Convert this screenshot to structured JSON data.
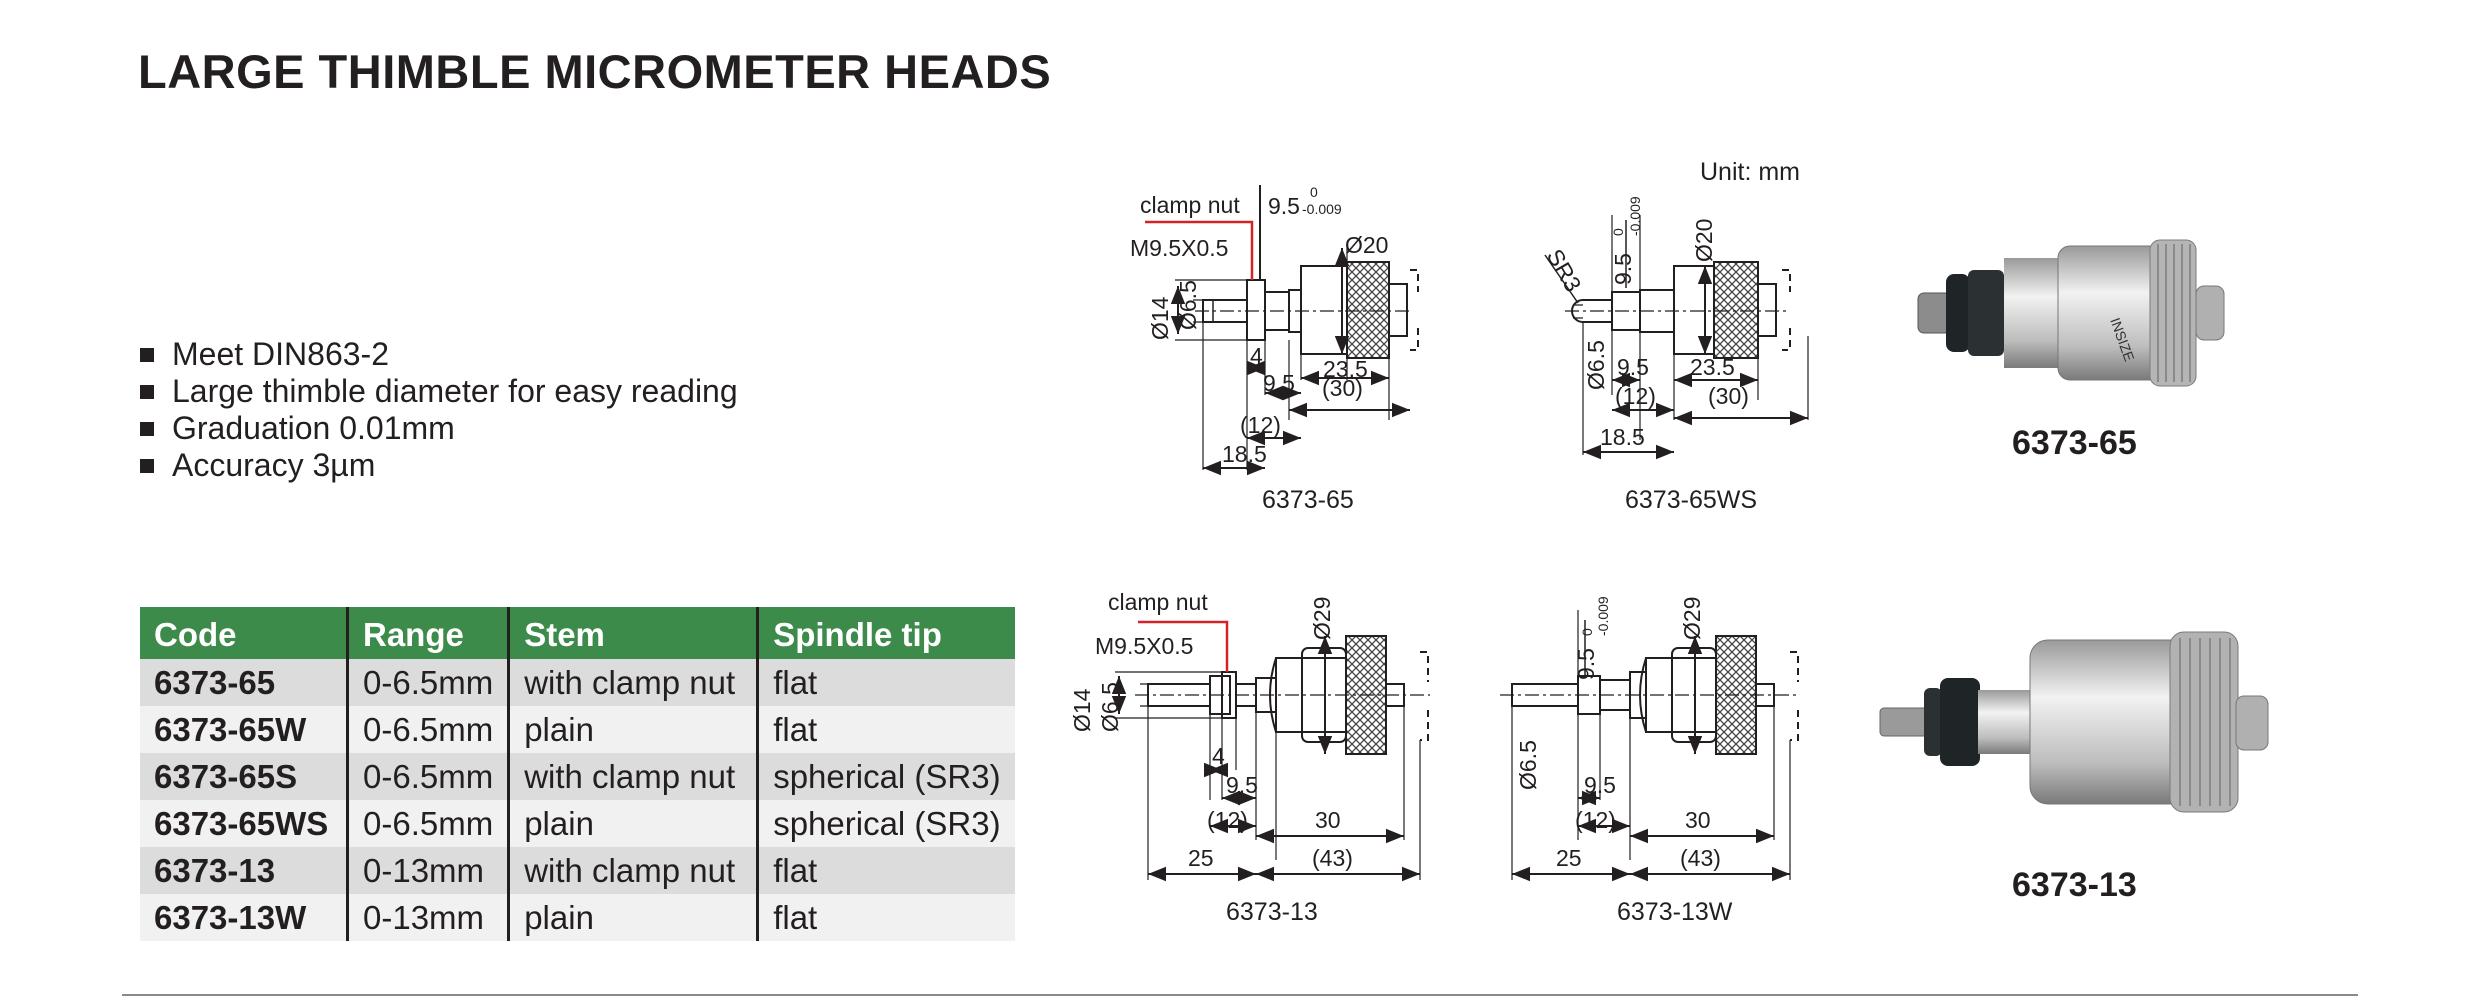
{
  "title": "LARGE THIMBLE MICROMETER HEADS",
  "unit_label": "Unit: mm",
  "features": [
    "Meet DIN863-2",
    "Large thimble diameter for easy reading",
    "Graduation 0.01mm",
    "Accuracy 3µm"
  ],
  "table": {
    "headers": [
      "Code",
      "Range",
      "Stem",
      "Spindle tip"
    ],
    "rows": [
      [
        "6373-65",
        "0-6.5mm",
        "with clamp nut",
        "flat"
      ],
      [
        "6373-65W",
        "0-6.5mm",
        "plain",
        "flat"
      ],
      [
        "6373-65S",
        "0-6.5mm",
        "with clamp nut",
        "spherical (SR3)"
      ],
      [
        "6373-65WS",
        "0-6.5mm",
        "plain",
        "spherical (SR3)"
      ],
      [
        "6373-13",
        "0-13mm",
        "with clamp nut",
        "flat"
      ],
      [
        "6373-13W",
        "0-13mm",
        "plain",
        "flat"
      ]
    ]
  },
  "drawings": {
    "d1": {
      "caption": "6373-65",
      "clamp": "clamp nut",
      "thread": "M9.5X0.5",
      "stem": "9.5",
      "tol_top": "0",
      "tol_bot": "-0.009",
      "d_outer": "Ø14",
      "d_inner": "Ø6.5",
      "d_thimble": "Ø20",
      "dims": [
        "4",
        "23.5",
        "9.5",
        "(30)",
        "(12)",
        "18.5"
      ]
    },
    "d2": {
      "caption": "6373-65WS",
      "sr": "SR3",
      "stem": "9.5",
      "tol_top": "0",
      "tol_bot": "-0.009",
      "d_inner": "Ø6.5",
      "d_thimble": "Ø20",
      "dims": [
        "9.5",
        "23.5",
        "(12)",
        "(30)",
        "18.5"
      ]
    },
    "d3": {
      "caption": "6373-13",
      "clamp": "clamp nut",
      "thread": "M9.5X0.5",
      "d_outer": "Ø14",
      "d_inner": "Ø6.5",
      "d_thimble": "Ø29",
      "dims": [
        "4",
        "9.5",
        "(12)",
        "30",
        "25",
        "(43)"
      ]
    },
    "d4": {
      "caption": "6373-13W",
      "stem": "9.5",
      "tol_top": "0",
      "tol_bot": "-0.009",
      "d_inner": "Ø6.5",
      "d_thimble": "Ø29",
      "dims": [
        "9.5",
        "(12)",
        "30",
        "25",
        "(43)"
      ]
    }
  },
  "product_captions": [
    "6373-65",
    "6373-13"
  ],
  "brand_mark": "INSIZE"
}
